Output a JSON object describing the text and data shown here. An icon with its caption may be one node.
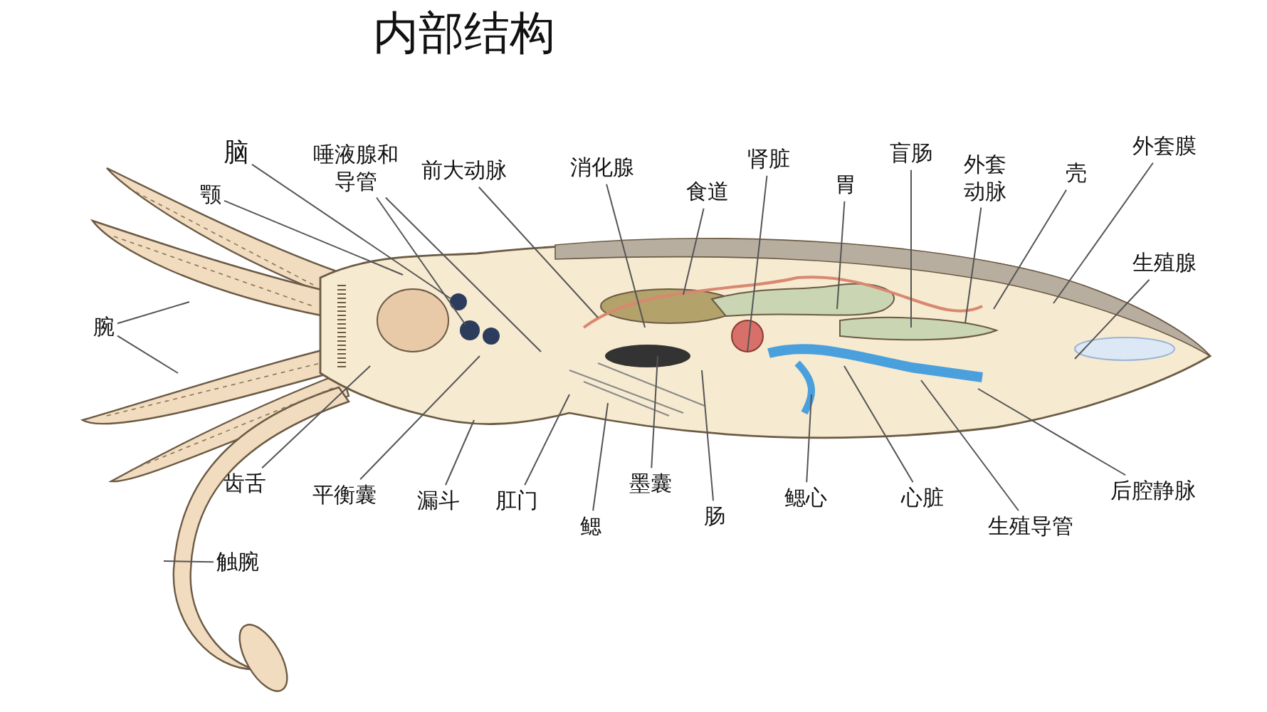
{
  "diagram": {
    "title": "内部结构",
    "nodes": [
      {
        "text": [
          "脑"
        ]
      },
      {
        "text": [
          "唾液腺和导管"
        ]
      },
      {
        "text": [
          "前大动脉"
        ]
      },
      {
        "text": [
          "消化腺"
        ]
      },
      {
        "text": [
          "食道"
        ]
      },
      {
        "text": [
          "肾脏"
        ]
      },
      {
        "text": [
          "胃"
        ]
      },
      {
        "text": [
          "盲肠"
        ]
      },
      {
        "text": [
          "外套动脉"
        ]
      },
      {
        "text": [
          "壳"
        ]
      },
      {
        "text": [
          "外套膜"
        ]
      },
      {
        "text": [
          "颚"
        ]
      },
      {
        "text": [
          "生殖腺"
        ]
      },
      {
        "text": [
          "腕"
        ]
      },
      {
        "text": [
          "齿舌"
        ]
      },
      {
        "text": [
          "平衡囊"
        ]
      },
      {
        "text": [
          "漏斗"
        ]
      },
      {
        "text": [
          "肛门"
        ]
      },
      {
        "text": [
          "鳃"
        ]
      },
      {
        "text": [
          "墨囊"
        ]
      },
      {
        "text": [
          "肠"
        ]
      },
      {
        "text": [
          "鳃心"
        ]
      },
      {
        "text": [
          "心脏"
        ]
      },
      {
        "text": [
          "生殖导管"
        ]
      },
      {
        "text": [
          "后腔静脉"
        ]
      },
      {
        "text": [
          "触腕"
        ]
      }
    ],
    "edges": [
      {
        "from": 0,
        "to": null,
        "arrow": "none"
      },
      {
        "from": 1,
        "to": null,
        "arrow": "none"
      },
      {
        "from": 1,
        "to": null,
        "arrow": "none"
      },
      {
        "from": 2,
        "to": null,
        "arrow": "none"
      },
      {
        "from": 3,
        "to": null,
        "arrow": "none"
      },
      {
        "from": 4,
        "to": null,
        "arrow": "none"
      },
      {
        "from": 5,
        "to": null,
        "arrow": "none"
      },
      {
        "from": 6,
        "to": null,
        "arrow": "none"
      },
      {
        "from": 7,
        "to": null,
        "arrow": "none"
      },
      {
        "from": 8,
        "to": null,
        "arrow": "none"
      },
      {
        "from": 9,
        "to": null,
        "arrow": "none"
      },
      {
        "from": 10,
        "to": null,
        "arrow": "none"
      },
      {
        "from": 11,
        "to": null,
        "arrow": "none"
      },
      {
        "from": 12,
        "to": null,
        "arrow": "none"
      },
      {
        "from": 13,
        "to": null,
        "arrow": "none"
      },
      {
        "from": 13,
        "to": null,
        "arrow": "none"
      },
      {
        "from": 14,
        "to": null,
        "arrow": "none"
      },
      {
        "from": 15,
        "to": null,
        "arrow": "none"
      },
      {
        "from": 16,
        "to": null,
        "arrow": "none"
      },
      {
        "from": 17,
        "to": null,
        "arrow": "none"
      },
      {
        "from": 18,
        "to": null,
        "arrow": "none"
      },
      {
        "from": 19,
        "to": null,
        "arrow": "none"
      },
      {
        "from": 20,
        "to": null,
        "arrow": "none"
      },
      {
        "from": 21,
        "to": null,
        "arrow": "none"
      },
      {
        "from": 22,
        "to": null,
        "arrow": "none"
      },
      {
        "from": 23,
        "to": null,
        "arrow": "none"
      },
      {
        "from": 24,
        "to": null,
        "arrow": "none"
      },
      {
        "from": 25,
        "to": null,
        "arrow": "none"
      }
    ]
  }
}
